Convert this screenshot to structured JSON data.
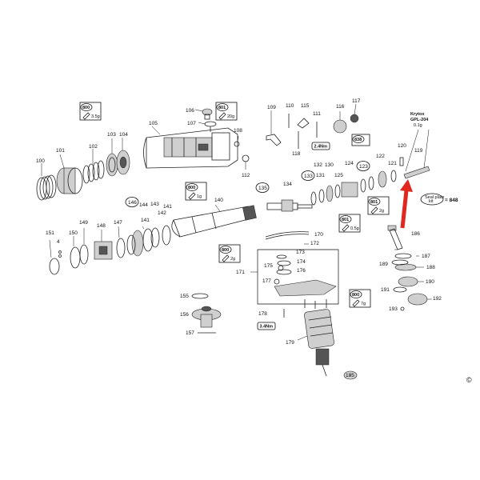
{
  "diagram": {
    "copyright": "©",
    "callouts": [
      {
        "id": "c106",
        "text": "106"
      },
      {
        "id": "c107",
        "text": "107"
      },
      {
        "id": "c105",
        "text": "105"
      },
      {
        "id": "c108",
        "text": "108"
      },
      {
        "id": "c112",
        "text": "112"
      },
      {
        "id": "c103",
        "text": "103"
      },
      {
        "id": "c104",
        "text": "104"
      },
      {
        "id": "c102",
        "text": "102"
      },
      {
        "id": "c101",
        "text": "101"
      },
      {
        "id": "c100",
        "text": "100"
      },
      {
        "id": "c109",
        "text": "109"
      },
      {
        "id": "c110",
        "text": "110"
      },
      {
        "id": "c115",
        "text": "115"
      },
      {
        "id": "c111",
        "text": "111"
      },
      {
        "id": "c116",
        "text": "116"
      },
      {
        "id": "c117",
        "text": "117"
      },
      {
        "id": "c118",
        "text": "118"
      },
      {
        "id": "c135",
        "text": "135"
      },
      {
        "id": "c134",
        "text": "134"
      },
      {
        "id": "c133",
        "text": "133"
      },
      {
        "id": "c132",
        "text": "132"
      },
      {
        "id": "c131",
        "text": "131"
      },
      {
        "id": "c130",
        "text": "130"
      },
      {
        "id": "c125",
        "text": "125"
      },
      {
        "id": "c124",
        "text": "124"
      },
      {
        "id": "c123",
        "text": "123"
      },
      {
        "id": "c122",
        "text": "122"
      },
      {
        "id": "c121",
        "text": "121"
      },
      {
        "id": "c120",
        "text": "120"
      },
      {
        "id": "c119",
        "text": "119"
      },
      {
        "id": "c146",
        "text": "146"
      },
      {
        "id": "c144",
        "text": "144"
      },
      {
        "id": "c143",
        "text": "143"
      },
      {
        "id": "c141",
        "text": "141"
      },
      {
        "id": "c141b",
        "text": "141"
      },
      {
        "id": "c140",
        "text": "140"
      },
      {
        "id": "c142",
        "text": "142"
      },
      {
        "id": "c147",
        "text": "147"
      },
      {
        "id": "c148",
        "text": "148"
      },
      {
        "id": "c149",
        "text": "149"
      },
      {
        "id": "c150",
        "text": "150"
      },
      {
        "id": "c151",
        "text": "151"
      },
      {
        "id": "c4",
        "text": "4"
      },
      {
        "id": "c170",
        "text": "170"
      },
      {
        "id": "c172",
        "text": "172"
      },
      {
        "id": "c173",
        "text": "173"
      },
      {
        "id": "c175",
        "text": "175"
      },
      {
        "id": "c174",
        "text": "174"
      },
      {
        "id": "c176",
        "text": "176"
      },
      {
        "id": "c171",
        "text": "171"
      },
      {
        "id": "c177",
        "text": "177"
      },
      {
        "id": "c155",
        "text": "155"
      },
      {
        "id": "c156",
        "text": "156"
      },
      {
        "id": "c157",
        "text": "157"
      },
      {
        "id": "c178",
        "text": "178"
      },
      {
        "id": "c179",
        "text": "179"
      },
      {
        "id": "c185",
        "text": "185"
      },
      {
        "id": "c186",
        "text": "186"
      },
      {
        "id": "c187",
        "text": "187"
      },
      {
        "id": "c189",
        "text": "189"
      },
      {
        "id": "c188",
        "text": "188"
      },
      {
        "id": "c190",
        "text": "190"
      },
      {
        "id": "c191",
        "text": "191"
      },
      {
        "id": "c192",
        "text": "192"
      },
      {
        "id": "c193",
        "text": "193"
      }
    ],
    "grease_boxes": [
      {
        "id": "g1",
        "code": "800",
        "amount": "3.5g"
      },
      {
        "id": "g2",
        "code": "801",
        "amount": "20g"
      },
      {
        "id": "g3",
        "code": "800",
        "amount": "1g"
      },
      {
        "id": "g4",
        "code": "800",
        "amount": "2g"
      },
      {
        "id": "g5",
        "code": "801",
        "amount": "0.5g"
      },
      {
        "id": "g6",
        "code": "801",
        "amount": "2g"
      },
      {
        "id": "g7",
        "code": "800",
        "amount": "7g"
      },
      {
        "id": "g8",
        "code": "838",
        "amount": ""
      }
    ],
    "torques": [
      {
        "id": "t1",
        "text": "2.4Nm"
      },
      {
        "id": "t2",
        "text": "3.4Nm"
      }
    ],
    "krytox": {
      "line1": "Krytox",
      "line2": "GPL-204",
      "line3": "0.1g"
    },
    "kit": {
      "line1": "Seal plate",
      "line2": "kit",
      "ref": "= 848"
    },
    "accent_color": "#e0281e"
  }
}
